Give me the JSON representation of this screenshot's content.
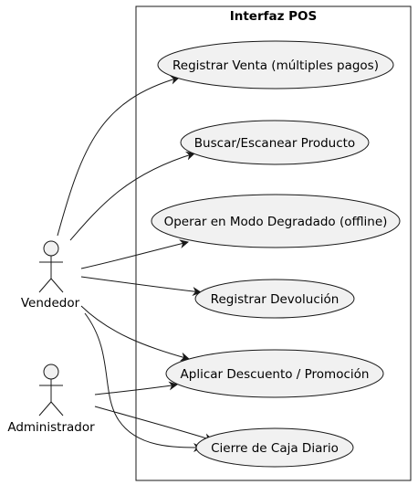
{
  "system": {
    "title": "Interfaz POS"
  },
  "actors": [
    {
      "id": "vendedor",
      "label": "Vendedor"
    },
    {
      "id": "administrador",
      "label": "Administrador"
    }
  ],
  "use_cases": [
    {
      "id": "uc1",
      "label": "Registrar Venta (múltiples pagos)"
    },
    {
      "id": "uc2",
      "label": "Buscar/Escanear Producto"
    },
    {
      "id": "uc3",
      "label": "Operar en Modo Degradado (offline)"
    },
    {
      "id": "uc4",
      "label": "Registrar Devolución"
    },
    {
      "id": "uc5",
      "label": "Aplicar Descuento / Promoción"
    },
    {
      "id": "uc6",
      "label": "Cierre de Caja Diario"
    }
  ],
  "associations": [
    {
      "from": "vendedor",
      "to": "uc1"
    },
    {
      "from": "vendedor",
      "to": "uc2"
    },
    {
      "from": "vendedor",
      "to": "uc3"
    },
    {
      "from": "vendedor",
      "to": "uc4"
    },
    {
      "from": "vendedor",
      "to": "uc5"
    },
    {
      "from": "vendedor",
      "to": "uc6"
    },
    {
      "from": "administrador",
      "to": "uc5"
    },
    {
      "from": "administrador",
      "to": "uc6"
    }
  ],
  "colors": {
    "usecase_fill": "#F1F1F1",
    "actor_fill": "#F1F1F1",
    "stroke": "#181818",
    "background": "#FFFFFF"
  }
}
